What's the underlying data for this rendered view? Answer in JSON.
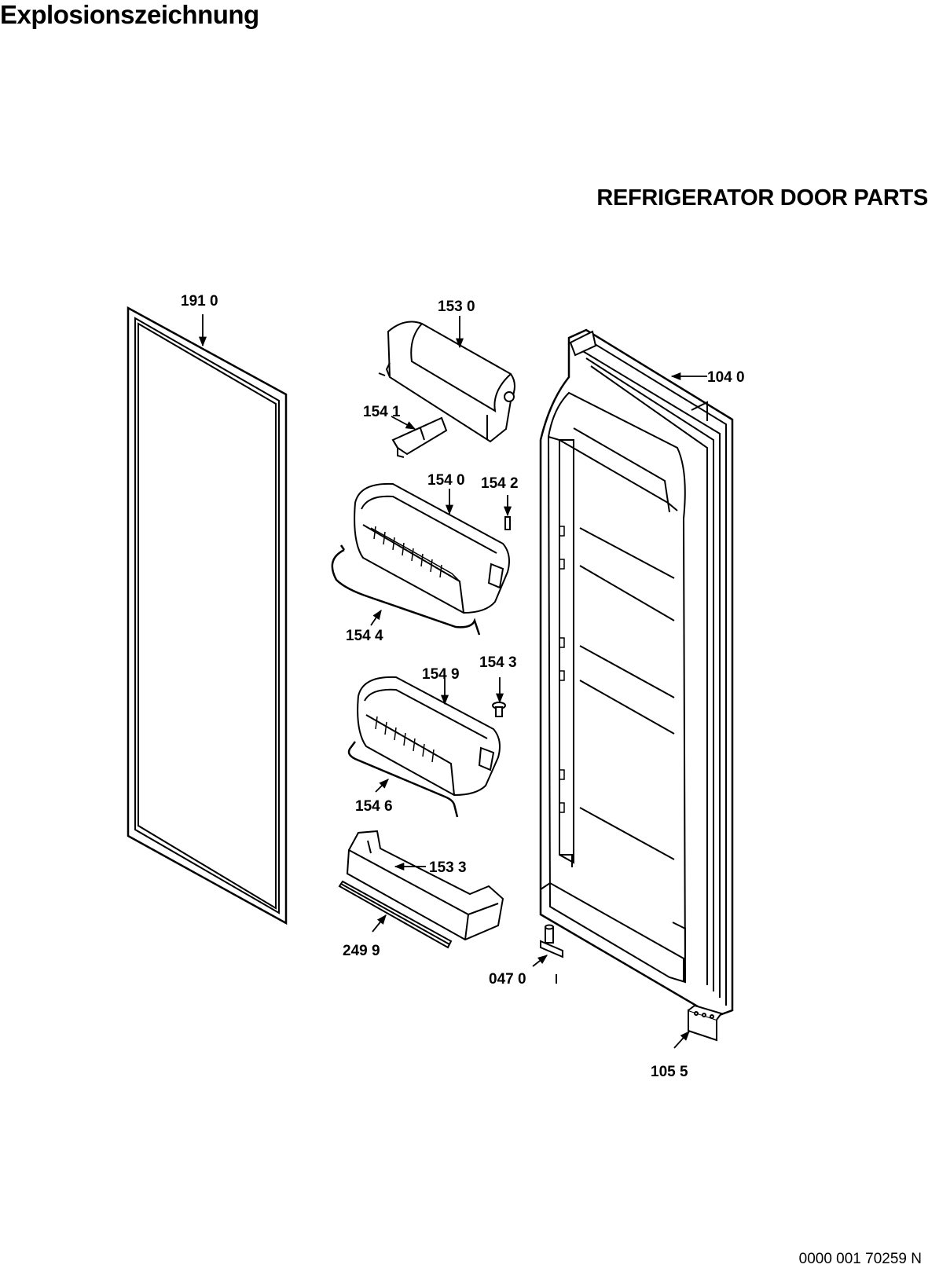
{
  "header": {
    "title": "Explosionszeichnung",
    "subtitle": "REFRIGERATOR DOOR PARTS"
  },
  "footer": {
    "doc_number": "0000 001 70259 N"
  },
  "parts": [
    {
      "id": "gasket",
      "label": "191 0"
    },
    {
      "id": "door-liner",
      "label": "104 0"
    },
    {
      "id": "top-shelf",
      "label": "153 0"
    },
    {
      "id": "shelf-end-cap",
      "label": "154 1"
    },
    {
      "id": "upper-bin",
      "label": "154 0"
    },
    {
      "id": "pin-upper",
      "label": "154 2"
    },
    {
      "id": "upper-bin-rail",
      "label": "154 4"
    },
    {
      "id": "lower-bin",
      "label": "154 9"
    },
    {
      "id": "screw-lower",
      "label": "154 3"
    },
    {
      "id": "lower-bin-rail",
      "label": "154 6"
    },
    {
      "id": "bottle-shelf",
      "label": "153 3"
    },
    {
      "id": "bottle-shelf-strip",
      "label": "249 9"
    },
    {
      "id": "lower-hinge",
      "label": "047 0"
    },
    {
      "id": "hinge-bracket",
      "label": "105 5"
    }
  ]
}
